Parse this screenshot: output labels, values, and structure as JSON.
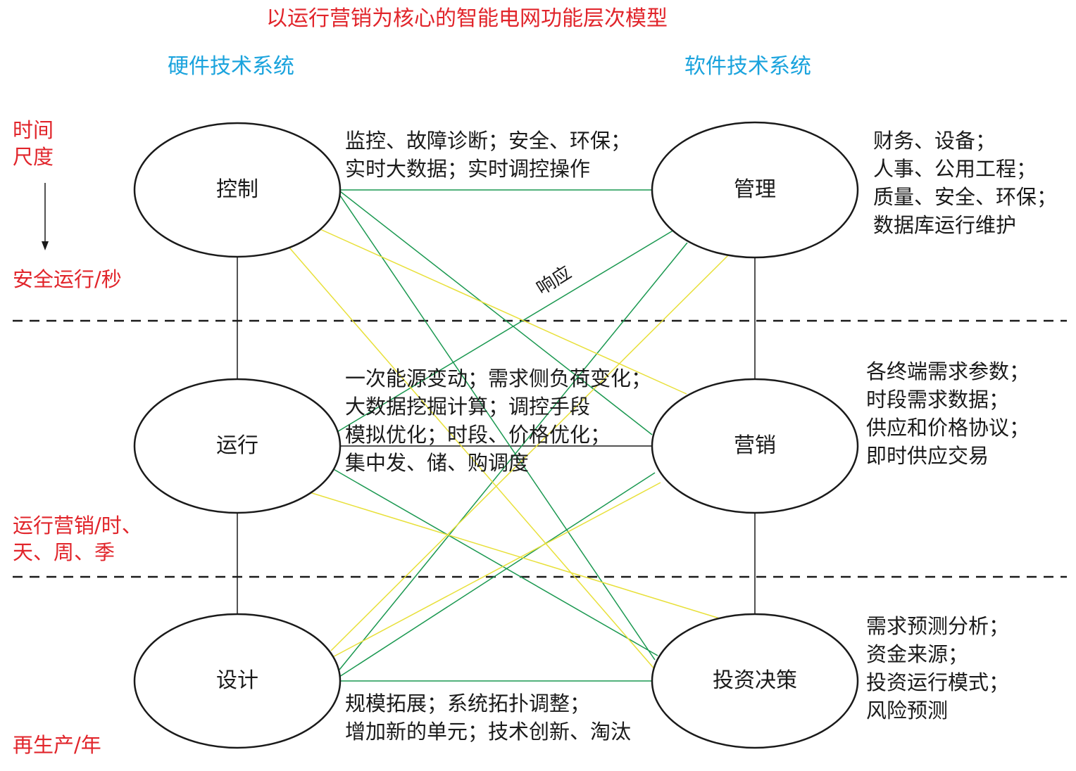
{
  "title": "以运行营销为核心的智能电网功能层次模型",
  "hardware_label": "硬件技术系统",
  "software_label": "软件技术系统",
  "time_scale": {
    "heading": [
      "时间",
      "尺度"
    ],
    "level1": "安全运行/秒",
    "level2": [
      "运行营销/时、",
      "天、周、季"
    ],
    "level3": "再生产/年"
  },
  "nodes": {
    "control": "控制",
    "operation": "运行",
    "design": "设计",
    "management": "管理",
    "marketing": "营销",
    "investment": "投资决策"
  },
  "descriptions": {
    "top_middle": [
      "监控、故障诊断；安全、环保；",
      "实时大数据；实时调控操作"
    ],
    "middle_middle": [
      "一次能源变动；需求侧负荷变化；",
      "大数据挖掘计算；调控手段",
      "模拟优化；时段、价格优化；",
      "集中发、储、购调度"
    ],
    "bottom_middle": [
      "规模拓展；系统拓扑调整；",
      "增加新的单元；技术创新、淘汰"
    ],
    "management_right": [
      "财务、设备；",
      "人事、公用工程；",
      "质量、安全、环保；",
      "数据库运行维护"
    ],
    "marketing_right": [
      "各终端需求参数；",
      "时段需求数据；",
      "供应和价格协议；",
      "即时供应交易"
    ],
    "investment_right": [
      "需求预测分析；",
      "资金来源；",
      "投资运行模式；",
      "风险预测"
    ]
  },
  "edge_label": "响应",
  "colors": {
    "title": "#e1252b",
    "system_labels": "#1aa3dd",
    "time_labels": "#e1252b",
    "green_links": "#1a9850",
    "yellow_links": "#e8e03a",
    "black": "#1a1a1a"
  }
}
